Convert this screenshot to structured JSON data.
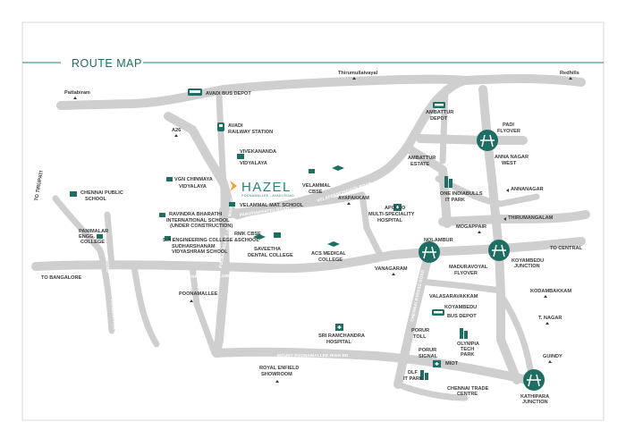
{
  "title": "ROUTE MAP",
  "brand": {
    "name": "HAZEL",
    "tagline": "POONAMALLEE - AVADI ROAD"
  },
  "colors": {
    "accent": "#1f6e63",
    "road": "#cfcfcf",
    "marker": "#f0a030",
    "text": "#3a3a3a"
  },
  "roads": {
    "chennai_bangalore": "CHENNAI - BANGALORE HIGHWAY NH - 4",
    "mount_poonamallee": "MOUNT POONAMALLEE HIGH RD",
    "poonamallee_avadi": "POONAMALLEE - AVADI MAIN ROAD",
    "velappanchavadi": "VELAPPANCHAVADI ROAD",
    "paruthippattu": "PARUTHIPPATTU ROAD",
    "chennai_bypass": "CHENNAI BYPASS ROAD",
    "thiruvallur": "THIRUVALLUR ROAD",
    "kundrathur": "KUNDRATHUR ROAD"
  },
  "places": {
    "thirumullaivayal": "Thirumullaivayal",
    "redhills": "Redhills",
    "pattabiram": "Pattabiram",
    "avadi_bus_depot": "AVADI BUS DEPOT",
    "a26": "A26",
    "avadi_railway_1": "AVADI",
    "avadi_railway_2": "RAILWAY STATION",
    "vivekananda_1": "VIVEKANANDA",
    "vivekananda_2": "VIDYALAYA",
    "vgn_1": "VGN CHINMAYA",
    "vgn_2": "VIDYALAYA",
    "velammal_cbse_1": "VELAMMAL",
    "velammal_cbse_2": "CBSE",
    "velammal_mat": "VELAMMAL MAT. SCHOOL",
    "ayapakkam": "AYAPAKKAM",
    "apollo_1": "APOLLO",
    "apollo_2": "MULTI-SPECIALITY",
    "apollo_3": "HOSPITAL",
    "ambattur_depot_1": "AMBATTUR",
    "ambattur_depot_2": "DEPOT",
    "ambattur_estate_1": "AMBATTUR",
    "ambattur_estate_2": "ESTATE",
    "padi_1": "PADI",
    "padi_2": "FLYOVER",
    "anna_nagar_west_1": "ANNA NAGAR",
    "anna_nagar_west_2": "WEST",
    "annanagar": "ANNANAGAR",
    "one_indiabulls_1": "ONE INDIABULLS",
    "one_indiabulls_2": "IT PARK",
    "mogappair": "MOGAPPAIR",
    "thirumangalam": "THIRUMANGALAM",
    "nolambur": "NOLAMBUR",
    "koyambedu_junction_1": "KOYAMBEDU",
    "koyambedu_junction_2": "JUNCTION",
    "to_central": "TO CENTRAL",
    "maduravoyal_1": "MADURAVOYAL",
    "maduravoyal_2": "FLYOVER",
    "vanagaram": "VANAGARAM",
    "kodambakkam": "KODAMBAKKAM",
    "t_nagar": "T. NAGAR",
    "valasaravakkam": "VALASARAVAKKAM",
    "koyambedu_bus_1": "KOYAMBEDU",
    "koyambedu_bus_2": "BUS DEPOT",
    "porur_toll_1": "PORUR",
    "porur_toll_2": "TOLL",
    "porur_signal_1": "PORUR",
    "porur_signal_2": "SIGNAL",
    "olympia_1": "OLYMPIA",
    "olympia_2": "TECH",
    "olympia_3": "PARK",
    "miot": "MIOT",
    "dlf_1": "DLF",
    "dlf_2": "IT PARK",
    "chennai_trade_1": "CHENNAI TRADE",
    "chennai_trade_2": "CENTRE",
    "guindy": "GUINDY",
    "kathipara_1": "KATHIPARA",
    "kathipara_2": "JUNCTION",
    "to_tirupati": "TO TIRUPATI",
    "chennai_public_1": "CHENNAI PUBLIC",
    "chennai_public_2": "SCHOOL",
    "panimalar_1": "PANIMALAR",
    "panimalar_2": "ENGG.",
    "panimalar_3": "COLLEGE",
    "to_bangalore": "TO BANGALORE",
    "ravindra_1": "RAVINDRA BHARATHI",
    "ravindra_2": "INTERNATIONAL SCHOOL",
    "ravindra_3": "(UNDER CONSTRUCTION)",
    "sa_1": "S.A ENGINEERING COLLEGE &",
    "sa_2": "SUDHARSHANAM",
    "sa_3": "VIDYASHRAM SCHOOL",
    "rmk_1": "RMK CBSE",
    "rmk_2": "SCHOOL",
    "saveetha_1": "SAVEETHA",
    "saveetha_2": "DENTAL COLLEGE",
    "acs_1": "ACS MEDICAL",
    "acs_2": "COLLEGE",
    "poonamallee": "POONAMALLEE",
    "sri_ramachandra_1": "SRI RAMCHANDRA",
    "sri_ramachandra_2": "HOSPITAL",
    "royal_enfield_1": "ROYAL ENFIELD",
    "royal_enfield_2": "SHOWROOM"
  }
}
